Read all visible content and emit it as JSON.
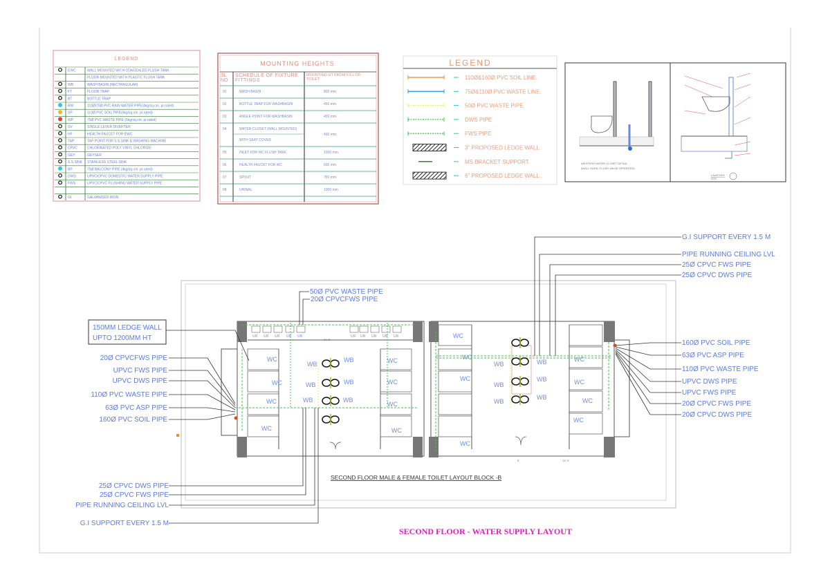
{
  "legend1": {
    "title": "LEGEND",
    "rows": [
      {
        "code": "EWC",
        "desc": "WALL MOUNTED WITH CONCEALED FLUSH TANK",
        "icon": "ewc-icon"
      },
      {
        "code": "",
        "desc": "FLOOR MOUNTED WITH PLASTIC FLUSH TANK",
        "icon": ""
      },
      {
        "code": "WB",
        "desc": "WASH BASIN (RECTANGULAR)",
        "icon": "wash-basin-icon"
      },
      {
        "code": "FT",
        "desc": "FLOOR TRAP",
        "icon": "floor-trap-icon"
      },
      {
        "code": "BT",
        "desc": "BOTTLE TRAP",
        "icon": "bottle-trap-icon"
      },
      {
        "code": "RW",
        "desc": "110Ø/75Ø PVC RAIN WATER PIPE(4kg/sq.cm. pr.rated)",
        "icon": "rain-water-pipe-icon"
      },
      {
        "code": "SP",
        "desc": "110Ø PVC SOIL PIPE(6kg/sq.cm. pr.rated)",
        "icon": "soil-pipe-icon"
      },
      {
        "code": "WP",
        "desc": "75Ø PVC WASTE PIPE (6kg/sq.cm. pr.rated)",
        "icon": "waste-pipe-icon"
      },
      {
        "code": "SV",
        "desc": "SINGLE LEVER DIVERTER",
        "icon": "diverter-icon"
      },
      {
        "code": "HF",
        "desc": "HEALTH FAUCET FOR EWC",
        "icon": "health-faucet-icon"
      },
      {
        "code": "TAP",
        "desc": "TAP POINT FOR S.S.SINK & WASHING MACHINE",
        "icon": "tap-icon"
      },
      {
        "code": "CPVC",
        "desc": "CHLORINATED POLY VINYL CHLORIDE",
        "icon": "cpvc-icon"
      },
      {
        "code": "GEY",
        "desc": "GEYSER",
        "icon": "geyser-icon"
      },
      {
        "code": "S.S.SINK",
        "desc": "STAINLESS STEEL SINK",
        "icon": "sink-icon"
      },
      {
        "code": "BP",
        "desc": "75Ø BALCONY PIPE (4kg/sq.cm. pr.rated)",
        "icon": "balcony-pipe-icon"
      },
      {
        "code": "DWS",
        "desc": "UPVC/CPVC DOMESTIC WATER SUPPLY PIPE",
        "icon": "dws-icon"
      },
      {
        "code": "FWS",
        "desc": "UPVC/CPVC FLUSHING WATER SUPPLY PIPE",
        "icon": "fws-icon"
      },
      {
        "code": "",
        "desc": "",
        "icon": ""
      },
      {
        "code": "GI",
        "desc": "GALVANISED IRON",
        "icon": "gi-icon"
      }
    ]
  },
  "mounting": {
    "title": "MOUNTING HEIGHTS",
    "col_sl": "SL NO",
    "col_fixture": "SCHEDULE OF FIXTURE FITTINGS",
    "col_height": "MOUNTING HT FROM F.F.L OF TOILET",
    "rows": [
      {
        "sl": "01",
        "fixture": "WASH BASIN",
        "height": "800 mm"
      },
      {
        "sl": "02",
        "fixture": "BOTTLE TRAP FOR WASHBASIN",
        "height": "450 mm"
      },
      {
        "sl": "03",
        "fixture": "ANGLE POINT FOR WASHBASIN",
        "height": "450 mm"
      },
      {
        "sl": "04",
        "fixture": "WATER CLOSET (WALL MOUNTED)",
        "fixture2": "WITH SEAT COVER",
        "height": "400 mm"
      },
      {
        "sl": "05",
        "fixture": "INLET FOR WC FLUSH TANK",
        "height": "1000 mm"
      },
      {
        "sl": "06",
        "fixture": "HEALTH FAUCET FOR WC",
        "height": "600 mm"
      },
      {
        "sl": "07",
        "fixture": "SPOUT",
        "height": "750 mm"
      },
      {
        "sl": "08",
        "fixture": "URINAL",
        "height": "1000 mm"
      }
    ]
  },
  "legend2": {
    "title": "LEGEND",
    "items": [
      {
        "label": "110Ø&160Ø PVC SOIL LINE.",
        "color": "#e8862a",
        "kind": "solid"
      },
      {
        "label": "75Ø&110Ø PVC WASTE LINE.",
        "color": "#2a9ee0",
        "kind": "solid"
      },
      {
        "label": "50Ø PVC WASTE PIPE.",
        "color": "#e8f060",
        "kind": "dashed"
      },
      {
        "label": "DWS PIPE",
        "color": "#3cc84a",
        "kind": "dashed"
      },
      {
        "label": "FWS PIPE",
        "color": "#3cc84a",
        "kind": "dashed"
      },
      {
        "label": "3\" PROPOSED LEDGE WALL .",
        "color": "#333333",
        "kind": "hatch"
      },
      {
        "label": "MS BRACKET SUPPORT.",
        "color": "#2a8a2a",
        "kind": "short"
      },
      {
        "label": "6\" PROPOSED LEDGE WALL .",
        "color": "#333333",
        "kind": "hatch"
      }
    ]
  },
  "detail": {
    "wc_caption_1": "WESTERN WATER CLOSET DETAIL",
    "wc_caption_2": "(WALL HUNG, FLUSH VALVE OPERATED)",
    "lav_caption": "LAVATORY",
    "lav_scale": "NTS"
  },
  "plan": {
    "subtitle": "SECOND FLOOR MALE & FEMALE TOILET LAYOUT BLOCK -B",
    "wc": "WC",
    "wb": "WB",
    "ur": "UR",
    "dim_top": "31'-6\"",
    "dim_door": "5'",
    "dim_right": "13'-3\"",
    "top_notes": [
      "50Ø PVC WASTE PIPE",
      "20Ø CPVCFWS PIPE"
    ],
    "ledge_note": [
      "150MM LEDGE WALL",
      "UPTO 1200MM HT"
    ],
    "left_notes": [
      "20Ø CPVCFWS PIPE",
      "UPVC FWS PIPE",
      "UPVC DWS PIPE",
      "110Ø PVC WASTE PIPE",
      "63Ø PVC ASP PIPE",
      "160Ø PVC SOIL PIPE"
    ],
    "bottom_notes": [
      "25Ø CPVC DWS PIPE",
      "25Ø CPVC FWS PIPE",
      "PIPE RUNNING CEILING LVL",
      "G.I SUPPORT EVERY 1.5 M"
    ],
    "right_top_notes": [
      "G.I SUPPORT EVERY 1.5 M",
      "PIPE RUNNING CEILING LVL",
      "25Ø CPVC FWS PIPE",
      "25Ø CPVC DWS PIPE"
    ],
    "right_notes": [
      "160Ø PVC SOIL PIPE",
      "63Ø PVC ASP PIPE",
      "110Ø PVC WASTE PIPE",
      "UPVC DWS PIPE",
      "UPVC FWS PIPE",
      "20Ø CPVC FWS PIPE",
      "20Ø CPVC DWS PIPE"
    ]
  },
  "drawing_title": "SECOND  FLOOR  - WATER SUPPLY LAYOUT",
  "colors": {
    "title": "#e020c0",
    "annotation": "#5b7be0",
    "dws": "#3cc84a",
    "soil": "#e8862a",
    "waste": "#2a9ee0"
  }
}
